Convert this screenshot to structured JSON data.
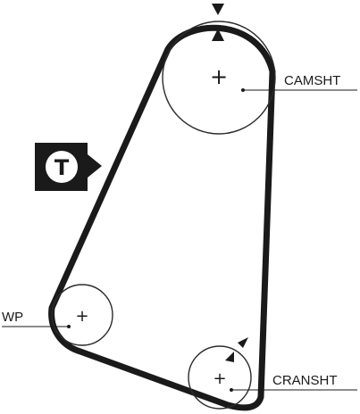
{
  "labels": {
    "camshaft": "CAMSHT",
    "crankshaft": "CRANSHT",
    "water_pump": "WP",
    "tensioner": "T"
  },
  "pulley_centers": {
    "camshaft": "+",
    "water_pump": "+",
    "crankshaft": "+"
  },
  "icons": {
    "timing_mark_top": "triangle-pair",
    "timing_mark_crank": "triangle-pair",
    "tensioner_badge": "tensioner-t-badge"
  },
  "colors": {
    "belt": "#1a1a1a",
    "pulley_outline": "#2b2b2b",
    "badge_fill": "#1a1a1a",
    "badge_text": "#1a1a1a"
  }
}
